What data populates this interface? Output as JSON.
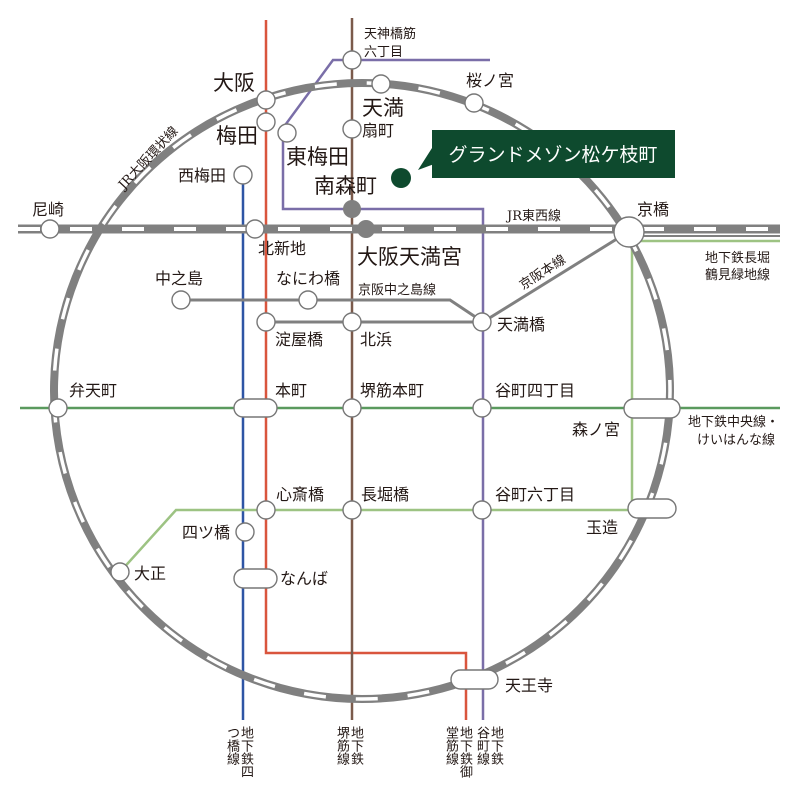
{
  "callout": {
    "label": "グランドメゾン松ケ枝町"
  },
  "colors": {
    "midosuji": "#d9553d",
    "sakaisuji": "#7b5a4b",
    "tanimachi": "#7a6ea8",
    "yotsubashi": "#2e55a5",
    "chuo": "#5a9a5e",
    "nagahori": "#9dc383",
    "jr": "#808080",
    "keihan": "#808080",
    "brand": "#0e4a2e"
  },
  "lines": {
    "jr_loop": "JR大阪環状線",
    "jr_tozai": "JR東西線",
    "keihan_main": "京阪本線",
    "keihan_nakanoshima": "京阪中之島線",
    "nagahori": [
      "地下鉄長堀",
      "鶴見緑地線"
    ],
    "chuo": [
      "地下鉄中央線・",
      "けいはんな線"
    ],
    "yotsubashi": "地下鉄四つ橋線",
    "sakaisuji": "地下鉄堺筋線",
    "midosuji": "地下鉄御堂筋線",
    "tanimachi": "地下鉄谷町線"
  },
  "stations": {
    "tenjinbashi": [
      "天神橋筋",
      "六丁目"
    ],
    "osaka": "大阪",
    "umeda": "梅田",
    "higashiumeda": "東梅田",
    "minamimorimachi": "南森町",
    "osakatenmangu": "大阪天満宮",
    "tenma": "天満",
    "ogimachi": "扇町",
    "sakuranomiya": "桜ノ宮",
    "nishiumeda": "西梅田",
    "amagasaki": "尼崎",
    "kitashinchi": "北新地",
    "nakanoshima": "中之島",
    "naniwabashi": "なにわ橋",
    "yodoyabashi": "淀屋橋",
    "kitahama": "北浜",
    "temmabashi": "天満橋",
    "kyobashi": "京橋",
    "bentencho": "弁天町",
    "hommachi": "本町",
    "sakaisujihommachi": "堺筋本町",
    "tanimachi4": "谷町四丁目",
    "morinomiya": "森ノ宮",
    "shinsaibashi": "心斎橋",
    "nagahoribashi": "長堀橋",
    "tanimachi6": "谷町六丁目",
    "yotsubashi": "四ツ橋",
    "tamatsukuri": "玉造",
    "taisho": "大正",
    "namba": "なんば",
    "tennoji": "天王寺"
  }
}
